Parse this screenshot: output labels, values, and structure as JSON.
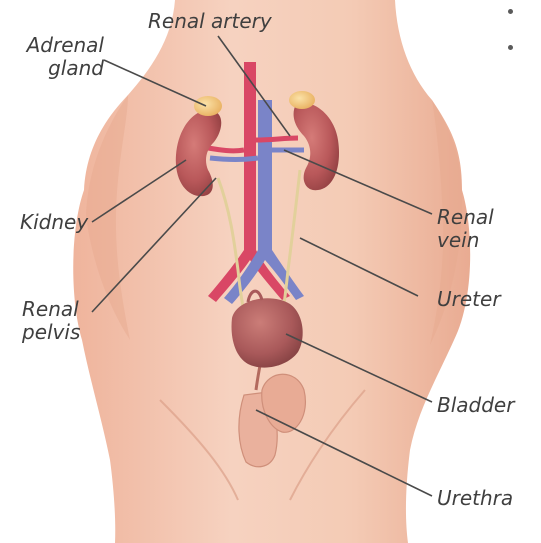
{
  "labels": {
    "renal_artery": "Renal artery",
    "adrenal_gland": "Adrenal\ngland",
    "kidney": "Kidney",
    "renal_vein": "Renal vein",
    "ureter": "Ureter",
    "renal_pelvis": "Renal\npelvis",
    "bladder": "Bladder",
    "urethra": "Urethra"
  },
  "colors": {
    "label_text": "#3f3f3f",
    "leader_line": "#4a4a4a",
    "skin": "#f3c8b2",
    "skin_shadow": "#dfa68d",
    "kidney": "#b9585a",
    "adrenal": "#f0c27a",
    "artery": "#d94765",
    "vein": "#7a84c8",
    "ureter": "#e2d09b",
    "bladder": "#a9595a"
  }
}
